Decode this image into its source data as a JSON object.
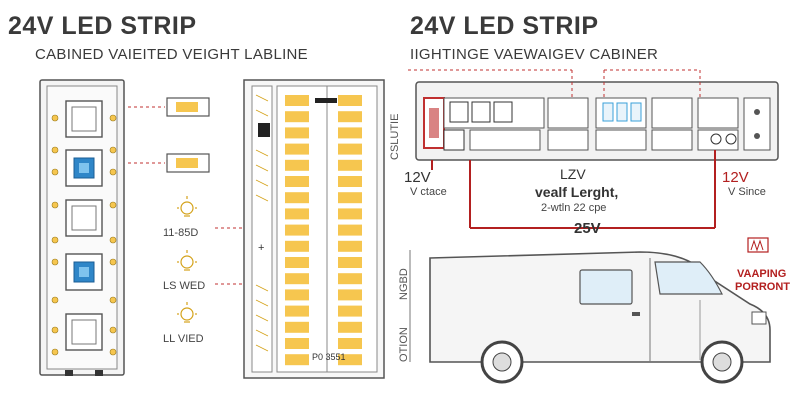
{
  "left": {
    "title": "24V LED STRIP",
    "subtitle": "CABINED VAIEITED VEIGHT LABLINE",
    "labels": [
      "11-85D",
      "LS WED",
      "LL VIED"
    ],
    "strip_tag": "P0 3551",
    "plus_mark": "+"
  },
  "right": {
    "title": "24V LED STRIP",
    "subtitle": "IIGHTINGE VAEWAIGEV CABINER",
    "side_label": "CSLUTIE",
    "left_voltage": "12V",
    "left_voltage_sub": "V ctace",
    "right_voltage": "12V",
    "right_voltage_sub": "V Since",
    "center_voltage": "LZV",
    "center_line1": "vealf Lerght,",
    "center_line2": "2-wtln 22 cpe",
    "bottom_voltage": "25V",
    "warning_line1": "VAAPING",
    "warning_line2": "PORRONT",
    "van_side_label1": "NGBD",
    "van_side_label2": "OTION"
  },
  "colors": {
    "led_yellow": "#f6c64f",
    "wire_red": "#b32020",
    "outline": "#555555",
    "accent_blue": "#3aa0d8"
  }
}
